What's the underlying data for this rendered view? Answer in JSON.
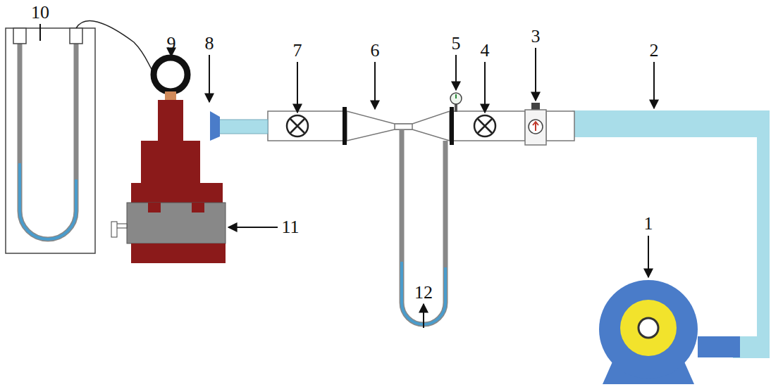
{
  "diagram": {
    "labels": [
      "10",
      "9",
      "8",
      "7",
      "6",
      "5",
      "4",
      "3",
      "2",
      "1",
      "11",
      "12"
    ]
  }
}
